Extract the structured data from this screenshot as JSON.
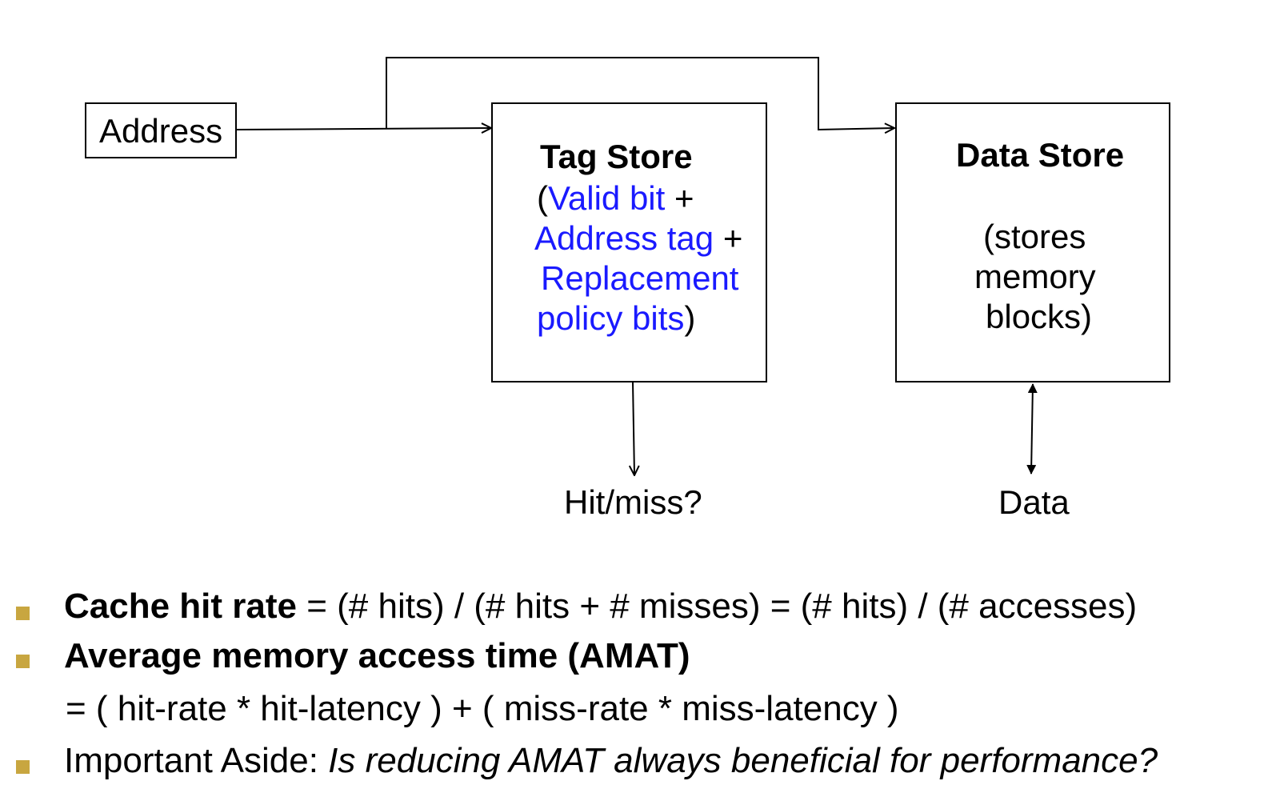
{
  "diagram": {
    "address_label": "Address",
    "tag_store": {
      "title": "Tag Store",
      "open_paren": "(",
      "valid_bit": "Valid bit",
      "plus": "+",
      "address_tag": "Address tag",
      "replacement": "Replacement",
      "policy_bits": "policy bits",
      "close_paren": ")"
    },
    "data_store": {
      "title": "Data Store",
      "line1": "(stores",
      "line2": "memory",
      "line3": "blocks)"
    },
    "hit_miss_label": "Hit/miss?",
    "data_label": "Data"
  },
  "bullets": {
    "hit_rate_term": "Cache hit rate",
    "hit_rate_formula": " = (# hits) / (# hits + # misses) = (# hits) / (# accesses)",
    "amat_term": "Average memory access time (AMAT)",
    "amat_formula": "= ( hit-rate * hit-latency ) + ( miss-rate * miss-latency )",
    "aside_prefix": "Important Aside: ",
    "aside_question": "Is reducing AMAT always beneficial for performance?"
  },
  "colors": {
    "accent_blue": "#1a1aff",
    "bullet_gold": "#c8a640"
  }
}
